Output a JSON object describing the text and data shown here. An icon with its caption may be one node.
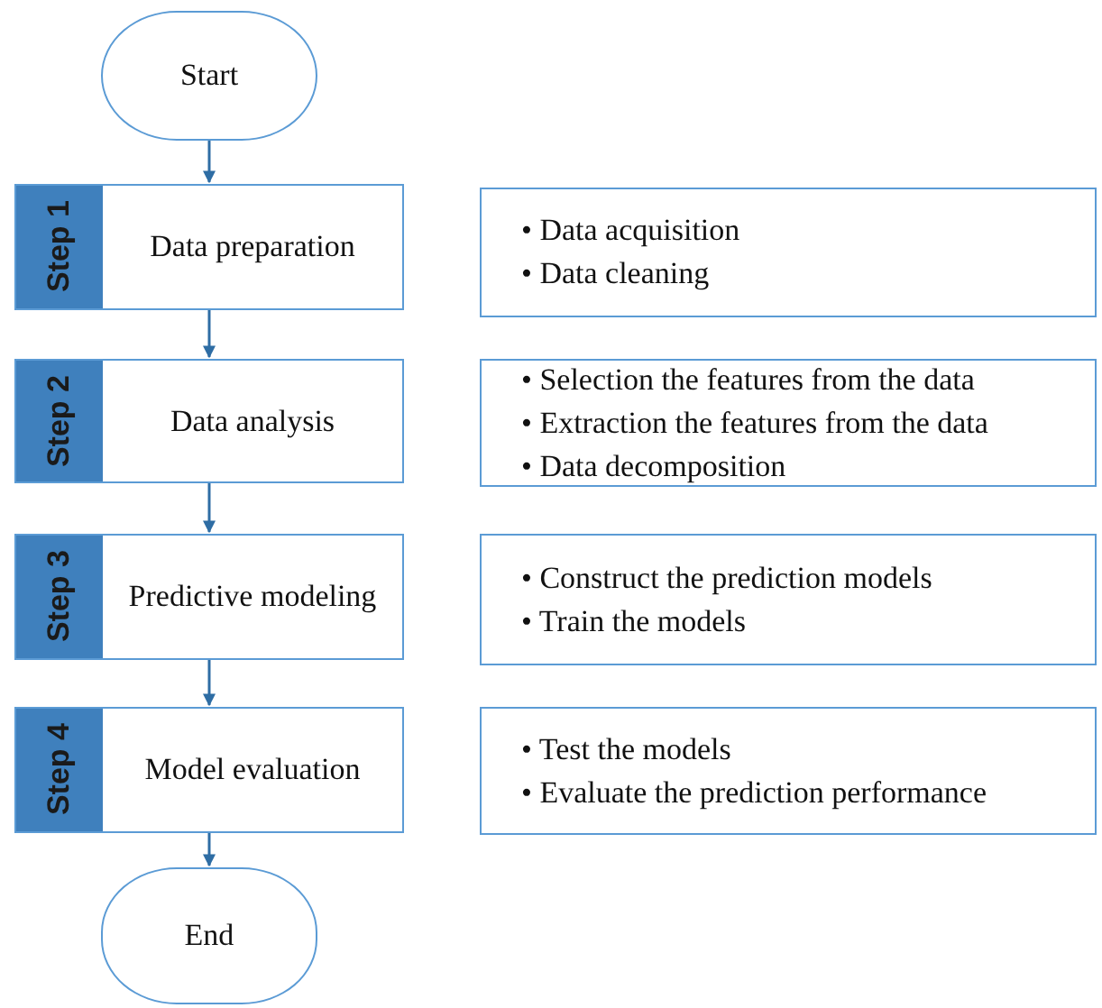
{
  "diagram": {
    "nodes": [
      {
        "text": [
          "Start"
        ]
      },
      {
        "text": [
          "Step 1",
          "Data preparation"
        ]
      },
      {
        "text": [
          "• Data acquisition",
          "• Data cleaning"
        ]
      },
      {
        "text": [
          "Step 2",
          "Data analysis"
        ]
      },
      {
        "text": [
          "• Selection the features from the data",
          "• Extraction the features from the data",
          "• Data decomposition"
        ]
      },
      {
        "text": [
          "Step 3",
          "Predictive modeling"
        ]
      },
      {
        "text": [
          "• Construct the prediction models",
          "• Train the models"
        ]
      },
      {
        "text": [
          "Step 4",
          "Model evaluation"
        ]
      },
      {
        "text": [
          "• Test the models",
          "• Evaluate the prediction performance"
        ]
      },
      {
        "text": [
          "End"
        ]
      }
    ],
    "edges": [
      {
        "from": 0,
        "to": 1,
        "arrow": "to"
      },
      {
        "from": 1,
        "to": 3,
        "arrow": "to"
      },
      {
        "from": 3,
        "to": 5,
        "arrow": "to"
      },
      {
        "from": 5,
        "to": 7,
        "arrow": "to"
      },
      {
        "from": 7,
        "to": 9,
        "arrow": "to"
      }
    ]
  }
}
